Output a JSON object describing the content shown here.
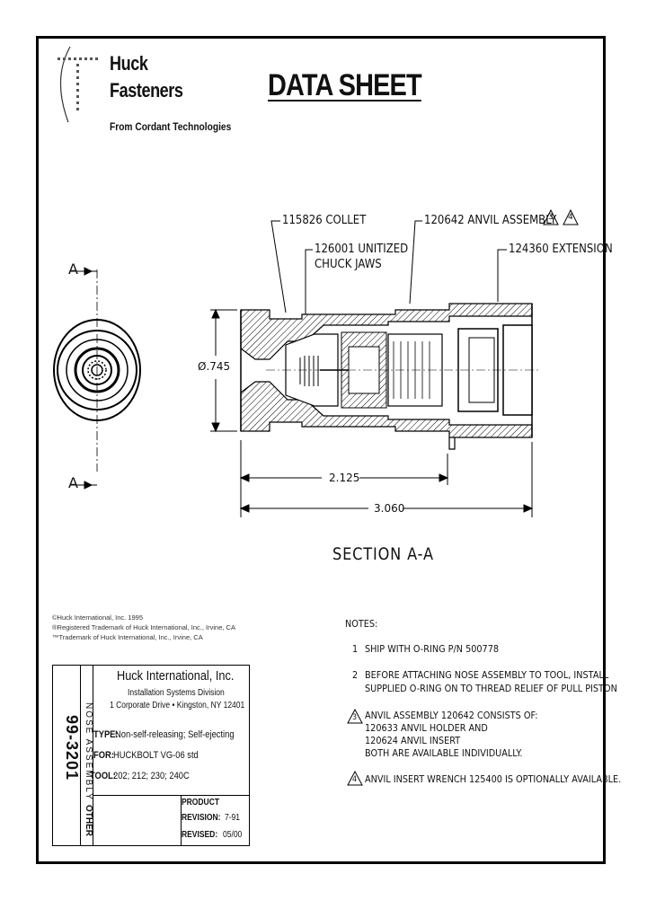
{
  "logo": {
    "line1": "Huck",
    "line2": "Fasteners",
    "tagline": "From Cordant Technologies"
  },
  "title": "DATA SHEET",
  "callouts": {
    "collet": "115826 COLLET",
    "jaws_line1": "126001 UNITIZED",
    "jaws_line2": "CHUCK JAWS",
    "anvil": "120642 ANVIL ASSEMBLY",
    "anvil_flag3": "3",
    "anvil_flag4": "4",
    "extension": "124360 EXTENSION"
  },
  "section_marks": {
    "top": "A",
    "bottom": "A"
  },
  "dimensions": {
    "diameter": "Ø.745",
    "d1": "2.125",
    "d2": "3.060"
  },
  "section_label": "SECTION A-A",
  "legal": [
    "©Huck International, Inc. 1995",
    "®Registered Trademark of Huck International, Inc., Irvine, CA",
    "™Trademark of Huck International, Inc., Irvine, CA"
  ],
  "notes": {
    "heading": "NOTES:",
    "items": [
      {
        "num": "1",
        "lines": [
          "SHIP WITH O-RING P/N 500778"
        ]
      },
      {
        "num": "2",
        "lines": [
          "BEFORE ATTACHING NOSE ASSEMBLY TO TOOL, INSTALL",
          "SUPPLIED O-RING ON TO THREAD RELIEF OF PULL PISTON"
        ]
      },
      {
        "num": "3",
        "lines": [
          "ANVIL ASSEMBLY 120642 CONSISTS OF:",
          "120633 ANVIL HOLDER AND",
          "120624 ANVIL INSERT",
          "BOTH ARE AVAILABLE INDIVIDUALLY."
        ]
      },
      {
        "num": "4",
        "lines": [
          "ANVIL INSERT WRENCH 125400 IS OPTIONALLY AVAILABLE."
        ]
      }
    ]
  },
  "title_block": {
    "part_number": "99-3201",
    "category": "NOSE ASSEMBLY",
    "other": "OTHER",
    "company": "Huck International, Inc.",
    "division": "Installation Systems Division",
    "address": "1 Corporate Drive • Kingston, NY 12401",
    "type_label": "TYPE:",
    "type_value": "Non-self-releasing; Self-ejecting",
    "for_label": "FOR:",
    "for_value": "HUCKBOLT VG-06 std",
    "tool_label": "TOOL:",
    "tool_value": "202; 212; 230; 240C",
    "product_label": "PRODUCT",
    "revision_label": "REVISION:",
    "revision_value": "7-91",
    "revised_label": "REVISED:",
    "revised_value": "05/00"
  }
}
